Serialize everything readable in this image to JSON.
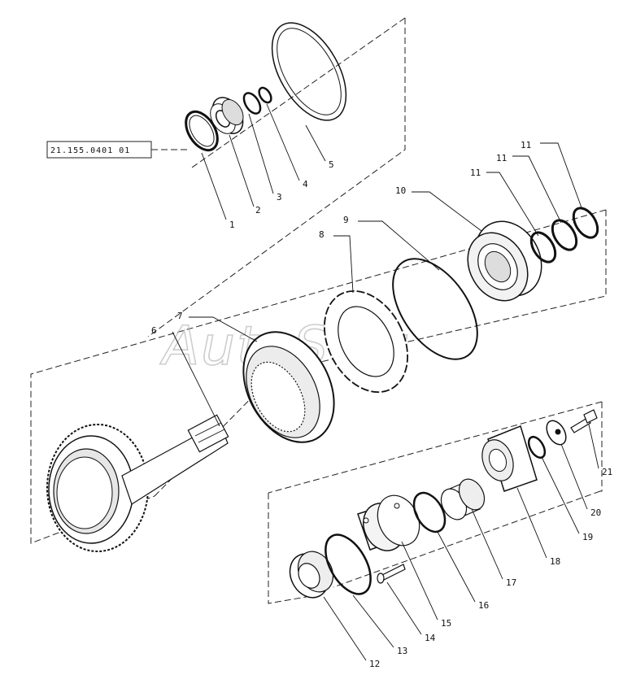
{
  "reference_box": {
    "text": "21.155.0401 01"
  },
  "watermark": {
    "text": "AutoSoft"
  },
  "callouts": [
    {
      "id": "1",
      "label": "1"
    },
    {
      "id": "2",
      "label": "2"
    },
    {
      "id": "3",
      "label": "3"
    },
    {
      "id": "4",
      "label": "4"
    },
    {
      "id": "5",
      "label": "5"
    },
    {
      "id": "6",
      "label": "6"
    },
    {
      "id": "7",
      "label": "7"
    },
    {
      "id": "8",
      "label": "8"
    },
    {
      "id": "9",
      "label": "9"
    },
    {
      "id": "10",
      "label": "10"
    },
    {
      "id": "11a",
      "label": "11"
    },
    {
      "id": "11b",
      "label": "11"
    },
    {
      "id": "11c",
      "label": "11"
    },
    {
      "id": "12",
      "label": "12"
    },
    {
      "id": "13",
      "label": "13"
    },
    {
      "id": "14",
      "label": "14"
    },
    {
      "id": "15",
      "label": "15"
    },
    {
      "id": "16",
      "label": "16"
    },
    {
      "id": "17",
      "label": "17"
    },
    {
      "id": "18",
      "label": "18"
    },
    {
      "id": "19",
      "label": "19"
    },
    {
      "id": "20",
      "label": "20"
    },
    {
      "id": "21",
      "label": "21"
    }
  ]
}
